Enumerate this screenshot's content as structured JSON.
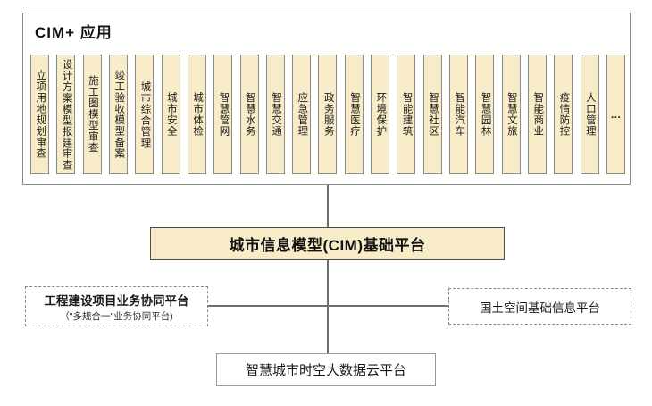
{
  "top_section": {
    "title": "CIM+ 应用",
    "apps": [
      "立项用地规划审查",
      "设计方案模型报建审查",
      "施工图模型审查",
      "竣工验收模型备案",
      "城市综合管理",
      "城市安全",
      "城市体检",
      "智慧管网",
      "智慧水务",
      "智慧交通",
      "应急管理",
      "政务服务",
      "智慧医疗",
      "环境保护",
      "智能建筑",
      "智慧社区",
      "智能汽车",
      "智慧园林",
      "智慧文旅",
      "智能商业",
      "疫情防控",
      "人口管理",
      "…"
    ]
  },
  "platform": {
    "label": "城市信息模型(CIM)基础平台"
  },
  "left_platform": {
    "title": "工程建设项目业务协同平台",
    "subtitle": "（\"多规合一\"业务协同平台)"
  },
  "right_platform": {
    "label": "国土空间基础信息平台"
  },
  "bottom_platform": {
    "label": "智慧城市时空大数据云平台"
  },
  "colors": {
    "bar_fill": "#f8ebc8",
    "bar_border": "#8a8a8a",
    "platform_fill": "#f8ebc8",
    "platform_border": "#4c4c4c",
    "outer_border": "#8c8c8c",
    "connector_line": "#6e6e6e",
    "text": "#1a1a1a",
    "background": "#ffffff"
  }
}
